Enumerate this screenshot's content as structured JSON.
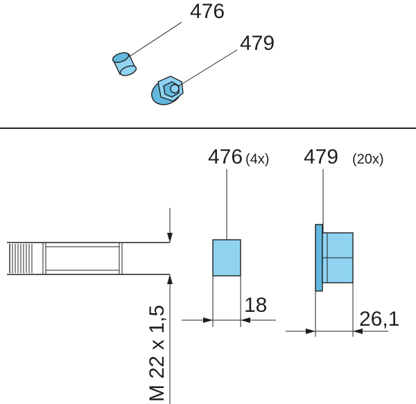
{
  "colors": {
    "part_fill": "#8fd3f1",
    "part_shade": "#62b8df",
    "line": "#1f1f1f",
    "background": "#ffffff"
  },
  "top_view": {
    "callout_476": "476",
    "callout_479": "479"
  },
  "parts": [
    {
      "number": "476",
      "qty": "(4x)",
      "dimension": "18"
    },
    {
      "number": "479",
      "qty": "(20x)",
      "dimension": "26,1"
    }
  ],
  "thread_spec": "M 22 x 1,5"
}
